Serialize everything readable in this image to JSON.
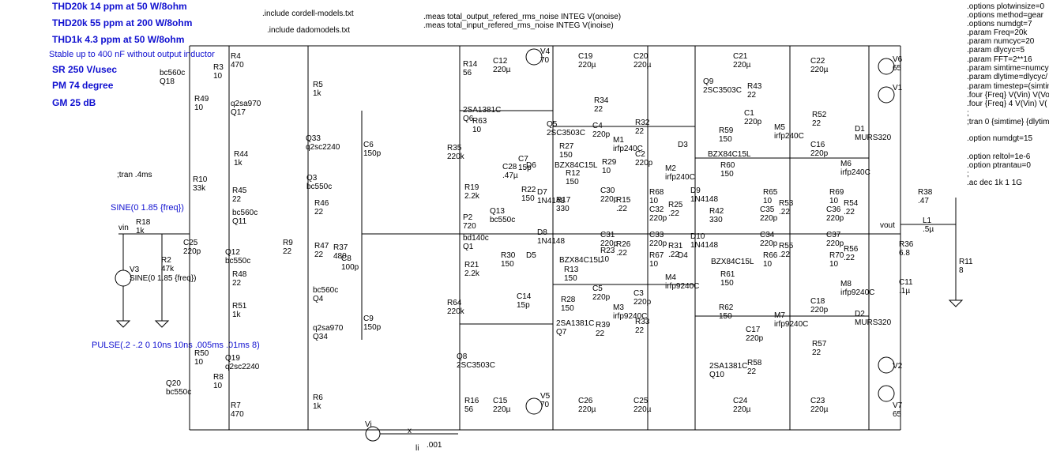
{
  "notes_blue": [
    "THD20k 14 ppm at 50 W/8ohm",
    "THD20k 55 ppm at 200 W/8ohm",
    "THD1k 4.3 ppm at 50 W/8ohm",
    "Stable up to 400 nF without output inductor",
    "SR 250 V/usec",
    "PM  74 degree",
    "GM  25 dB"
  ],
  "directives_top": [
    ".include cordell-models.txt",
    ".include dadomodels.txt",
    ".meas total_output_refered_rms_noise INTEG V(onoise)",
    ".meas total_input_refered_rms_noise INTEG V(inoise)"
  ],
  "directives_right": [
    ".options plotwinsize=0",
    ".options method=gear",
    ".options numdgt=7",
    ".param Freq=20k",
    ".param numcyc=20",
    ".param dlycyc=5",
    ".param FFT=2**16",
    ".param simtime=numcyc",
    ".param dlytime=dlycyc/",
    ".param timestep=(simtim",
    ".four {Freq} V(Vin) V(Vo",
    ".four {Freq} 4 V(Vin) V(",
    ";",
    ";tran 0 {simtime} {dlytim",
    ".option numdgt=15",
    ".option reltol=1e-6",
    ".option ptrantau=0",
    ";",
    ".ac dec 1k 1 1G"
  ],
  "tran_comment": ";tran .4ms",
  "sine_label": "SINE(0 1.85 {freq})",
  "pulse_label": "PULSE(.2 -.2 0 10ns 10ns .005ms .01ms 8)",
  "nets": {
    "vin": "vin",
    "vout": "vout",
    "vi": "Vi",
    "x": "x",
    "li": "li"
  },
  "labels": [
    {
      "id": "q18",
      "name": "bc560c",
      "ref": "Q18"
    },
    {
      "id": "r3",
      "name": "R3",
      "val": "10"
    },
    {
      "id": "r4",
      "name": "R4",
      "val": "470"
    },
    {
      "id": "r49",
      "name": "R49",
      "val": "10"
    },
    {
      "id": "q17",
      "name": "q2sa970",
      "ref": "Q17"
    },
    {
      "id": "r5",
      "name": "R5",
      "val": "1k"
    },
    {
      "id": "q33",
      "name": "Q33",
      "ref": "q2sc2240"
    },
    {
      "id": "r44",
      "name": "R44",
      "val": "1k"
    },
    {
      "id": "q3",
      "name": "Q3",
      "ref": "bc550c"
    },
    {
      "id": "r10",
      "name": "R10",
      "val": "33k"
    },
    {
      "id": "r45",
      "name": "R45",
      "val": "22"
    },
    {
      "id": "r46",
      "name": "R46",
      "val": "22"
    },
    {
      "id": "q11",
      "name": "bc560c",
      "ref": "Q11"
    },
    {
      "id": "r18",
      "name": "R18",
      "val": "1k"
    },
    {
      "id": "c25",
      "name": "C25",
      "val": "220p"
    },
    {
      "id": "r2",
      "name": "R2",
      "val": "47k"
    },
    {
      "id": "v3",
      "name": "V3",
      "val": "SINE(0 1.85 {freq})"
    },
    {
      "id": "q12",
      "name": "Q12",
      "ref": "bc550c"
    },
    {
      "id": "r9",
      "name": "R9",
      "val": "22"
    },
    {
      "id": "r47",
      "name": "R47",
      "val": "22"
    },
    {
      "id": "r37",
      "name": "R37",
      "val": "480"
    },
    {
      "id": "c8",
      "name": "C8",
      "val": "100p"
    },
    {
      "id": "r48",
      "name": "R48",
      "val": "22"
    },
    {
      "id": "q4",
      "name": "bc560c",
      "ref": "Q4"
    },
    {
      "id": "r51",
      "name": "R51",
      "val": "1k"
    },
    {
      "id": "q34",
      "name": "q2sa970",
      "ref": "Q34"
    },
    {
      "id": "r50",
      "name": "R50",
      "val": "10"
    },
    {
      "id": "q19",
      "name": "Q19",
      "ref": "q2sc2240"
    },
    {
      "id": "q20",
      "name": "Q20",
      "ref": "bc550c"
    },
    {
      "id": "r8",
      "name": "R8",
      "val": "10"
    },
    {
      "id": "r7",
      "name": "R7",
      "val": "470"
    },
    {
      "id": "r6",
      "name": "R6",
      "val": "1k"
    },
    {
      "id": "c6",
      "name": "C6",
      "val": "150p"
    },
    {
      "id": "c9",
      "name": "C9",
      "val": "150p"
    },
    {
      "id": "r14",
      "name": "R14",
      "val": "56"
    },
    {
      "id": "c12",
      "name": "C12",
      "val": "220µ"
    },
    {
      "id": "v4",
      "name": "V4",
      "val": "70"
    },
    {
      "id": "q6",
      "name": "2SA1381C",
      "ref": "Q6"
    },
    {
      "id": "r63",
      "name": "R63",
      "val": "10"
    },
    {
      "id": "r35",
      "name": "R35",
      "val": "220k"
    },
    {
      "id": "c28",
      "name": "C28",
      "val": ".47µ"
    },
    {
      "id": "r19",
      "name": "R19",
      "val": "2.2k"
    },
    {
      "id": "p2",
      "name": "P2",
      "val": "720"
    },
    {
      "id": "q13",
      "name": "Q13",
      "ref": "bc550c"
    },
    {
      "id": "bd140",
      "name": "bd140c",
      "ref": "Q1"
    },
    {
      "id": "r21",
      "name": "R21",
      "val": "2.2k"
    },
    {
      "id": "r30",
      "name": "R30",
      "val": "150"
    },
    {
      "id": "r64",
      "name": "R64",
      "val": "220k"
    },
    {
      "id": "c14",
      "name": "C14",
      "val": "15p"
    },
    {
      "id": "q8",
      "name": "Q8",
      "ref": "2SC3503C"
    },
    {
      "id": "r16",
      "name": "R16",
      "val": "56"
    },
    {
      "id": "c15",
      "name": "C15",
      "val": "220µ"
    },
    {
      "id": "v5",
      "name": "V5",
      "val": "70"
    },
    {
      "id": "c7",
      "name": "C7",
      "val": "15p"
    },
    {
      "id": "r22",
      "name": "R22",
      "val": "150"
    },
    {
      "id": "d6",
      "name": "D6"
    },
    {
      "id": "d7",
      "name": "D7",
      "val": "1N4148"
    },
    {
      "id": "d8",
      "name": "D8",
      "val": "1N4148"
    },
    {
      "id": "d5",
      "name": "D5"
    },
    {
      "id": "q5",
      "name": "Q5",
      "ref": "2SC3503C"
    },
    {
      "id": "c19",
      "name": "C19",
      "val": "220µ"
    },
    {
      "id": "c20",
      "name": "C20",
      "val": "220µ"
    },
    {
      "id": "r34",
      "name": "R34",
      "val": "22"
    },
    {
      "id": "c4",
      "name": "C4",
      "val": "220p"
    },
    {
      "id": "m1",
      "name": "M1",
      "val": "irfp240C"
    },
    {
      "id": "r27",
      "name": "R27",
      "val": "150"
    },
    {
      "id": "bzx1",
      "name": "BZX84C15L"
    },
    {
      "id": "r29",
      "name": "R29",
      "val": "10"
    },
    {
      "id": "r32",
      "name": "R32",
      "val": "22"
    },
    {
      "id": "c2",
      "name": "C2",
      "val": "220p"
    },
    {
      "id": "m2",
      "name": "M2",
      "val": "irfp240C"
    },
    {
      "id": "r12",
      "name": "R12",
      "val": "150"
    },
    {
      "id": "r17",
      "name": "R17",
      "val": "330"
    },
    {
      "id": "c30",
      "name": "C30",
      "val": "220p"
    },
    {
      "id": "r15",
      "name": "R15",
      "val": ".22"
    },
    {
      "id": "r68",
      "name": "R68",
      "val": "10"
    },
    {
      "id": "c32",
      "name": "C32",
      "val": "220p"
    },
    {
      "id": "r25",
      "name": "R25",
      "val": ".22"
    },
    {
      "id": "c31",
      "name": "C31",
      "val": "220p"
    },
    {
      "id": "r26",
      "name": "R26",
      "val": ".22"
    },
    {
      "id": "c33",
      "name": "C33",
      "val": "220p"
    },
    {
      "id": "r31",
      "name": "R31",
      "val": ".22"
    },
    {
      "id": "r67",
      "name": "R67",
      "val": "10"
    },
    {
      "id": "bzx2",
      "name": "BZX84C15L"
    },
    {
      "id": "r23",
      "name": "R23",
      "val": "10"
    },
    {
      "id": "r13",
      "name": "R13",
      "val": "150"
    },
    {
      "id": "c5",
      "name": "C5",
      "val": "220p"
    },
    {
      "id": "m4",
      "name": "M4",
      "val": "irfp9240C"
    },
    {
      "id": "r28",
      "name": "R28",
      "val": "150"
    },
    {
      "id": "m3",
      "name": "M3",
      "val": "irfp9240C"
    },
    {
      "id": "c3",
      "name": "C3",
      "val": "220p"
    },
    {
      "id": "q7",
      "name": "2SA1381C",
      "ref": "Q7"
    },
    {
      "id": "r39",
      "name": "R39",
      "val": "22"
    },
    {
      "id": "r33",
      "name": "R33",
      "val": "22"
    },
    {
      "id": "c26",
      "name": "C26",
      "val": "220µ"
    },
    {
      "id": "c25b",
      "name": "C25",
      "val": "220µ"
    },
    {
      "id": "q9",
      "name": "Q9",
      "ref": "2SC3503C"
    },
    {
      "id": "c21",
      "name": "C21",
      "val": "220µ"
    },
    {
      "id": "r43",
      "name": "R43",
      "val": "22"
    },
    {
      "id": "c1",
      "name": "C1",
      "val": "220p"
    },
    {
      "id": "r59",
      "name": "R59",
      "val": "150"
    },
    {
      "id": "m5",
      "name": "M5",
      "val": "irfp240C"
    },
    {
      "id": "bzx3",
      "name": "BZX84C15L"
    },
    {
      "id": "r60",
      "name": "R60",
      "val": "150"
    },
    {
      "id": "d3",
      "name": "D3"
    },
    {
      "id": "d9",
      "name": "D9",
      "val": "1N4148"
    },
    {
      "id": "r42",
      "name": "R42",
      "val": "330"
    },
    {
      "id": "d10",
      "name": "D10",
      "val": "1N4148"
    },
    {
      "id": "d4",
      "name": "D4"
    },
    {
      "id": "bzx4",
      "name": "BZX84C15L"
    },
    {
      "id": "r61",
      "name": "R61",
      "val": "150"
    },
    {
      "id": "r62",
      "name": "R62",
      "val": "150"
    },
    {
      "id": "m7",
      "name": "M7",
      "val": "irfp9240C"
    },
    {
      "id": "c17",
      "name": "C17",
      "val": "220p"
    },
    {
      "id": "q10",
      "name": "2SA1381C",
      "ref": "Q10"
    },
    {
      "id": "r58",
      "name": "R58",
      "val": "22"
    },
    {
      "id": "c24",
      "name": "C24",
      "val": "220µ"
    },
    {
      "id": "c22",
      "name": "C22",
      "val": "220µ"
    },
    {
      "id": "r52",
      "name": "R52",
      "val": "22"
    },
    {
      "id": "c16",
      "name": "C16",
      "val": "220p"
    },
    {
      "id": "m6",
      "name": "M6",
      "val": "irfp240C"
    },
    {
      "id": "r65",
      "name": "R65",
      "val": "10"
    },
    {
      "id": "r53",
      "name": "R53",
      "val": ".22"
    },
    {
      "id": "c35",
      "name": "C35",
      "val": "220p"
    },
    {
      "id": "r69",
      "name": "R69",
      "val": "10"
    },
    {
      "id": "r54",
      "name": "R54",
      "val": ".22"
    },
    {
      "id": "c36",
      "name": "C36",
      "val": "220p"
    },
    {
      "id": "c34",
      "name": "C34",
      "val": "220p"
    },
    {
      "id": "r55",
      "name": "R55",
      "val": ".22"
    },
    {
      "id": "r66",
      "name": "R66",
      "val": "10"
    },
    {
      "id": "c37",
      "name": "C37",
      "val": "220p"
    },
    {
      "id": "r56",
      "name": "R56",
      "val": ".22"
    },
    {
      "id": "r70",
      "name": "R70",
      "val": "10"
    },
    {
      "id": "m8",
      "name": "M8",
      "val": "irfp9240C"
    },
    {
      "id": "c18",
      "name": "C18",
      "val": "220p"
    },
    {
      "id": "r57",
      "name": "R57",
      "val": "22"
    },
    {
      "id": "c23",
      "name": "C23",
      "val": "220µ"
    },
    {
      "id": "d1",
      "name": "D1",
      "val": "MURS320"
    },
    {
      "id": "d2",
      "name": "D2",
      "val": "MURS320"
    },
    {
      "id": "v6",
      "name": "V6",
      "val": "65"
    },
    {
      "id": "v1",
      "name": "V1"
    },
    {
      "id": "v2",
      "name": "V2"
    },
    {
      "id": "v7",
      "name": "V7",
      "val": "65"
    },
    {
      "id": "r38",
      "name": "R38",
      "val": ".47"
    },
    {
      "id": "l1",
      "name": "L1",
      "val": ".5µ"
    },
    {
      "id": "r36",
      "name": "R36",
      "val": "6.8"
    },
    {
      "id": "c11",
      "name": "C11",
      "val": ".1µ"
    },
    {
      "id": "r11",
      "name": "R11",
      "val": "8"
    },
    {
      "id": "rser",
      "name": ".001"
    }
  ]
}
